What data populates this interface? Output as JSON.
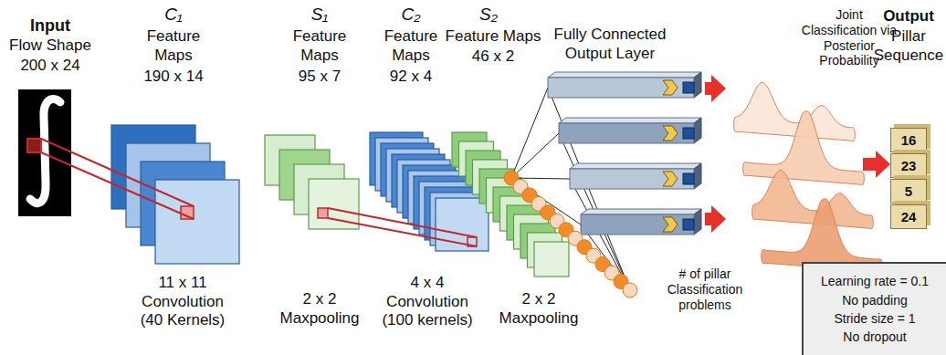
{
  "diagram": {
    "nodes": [
      {
        "text": [
          "Fully Connected Output Layer"
        ]
      },
      {
        "text": [
          "Joint Classification via Posterior Probability"
        ]
      },
      {
        "text": [
          "Output",
          "Pillar Sequence"
        ]
      },
      {
        "text": [
          "16"
        ],
        "in": 2
      },
      {
        "text": [
          "23"
        ],
        "in": 2
      },
      {
        "text": [
          "5"
        ],
        "in": 2
      },
      {
        "text": [
          "24"
        ],
        "in": 2
      },
      {
        "text": [
          "Learning rate = 0.1",
          "No padding",
          "Stride size = 1",
          "No dropout"
        ]
      }
    ],
    "edges": [
      {
        "from": 0,
        "to": 1,
        "arrow": "to"
      },
      {
        "from": 0,
        "to": 1,
        "arrow": "to"
      },
      {
        "from": 1,
        "to": 2,
        "arrow": "to"
      }
    ],
    "labels": [
      "Input",
      "Flow Shape",
      "200 x 24",
      "C₁",
      "Feature Maps",
      "190 x 14",
      "S₁",
      "Feature Maps",
      "95 x 7",
      "C₂",
      "Feature Maps",
      "92 x 4",
      "S₂",
      "Feature Maps",
      "46 x 2",
      "11 x 11 Convolution (40 Kernels)",
      "2 x 2 Maxpooling",
      "4 x 4 Convolution (100 kernels)",
      "2 x 2 Maxpooling",
      "# of pillar Classification problems"
    ]
  }
}
